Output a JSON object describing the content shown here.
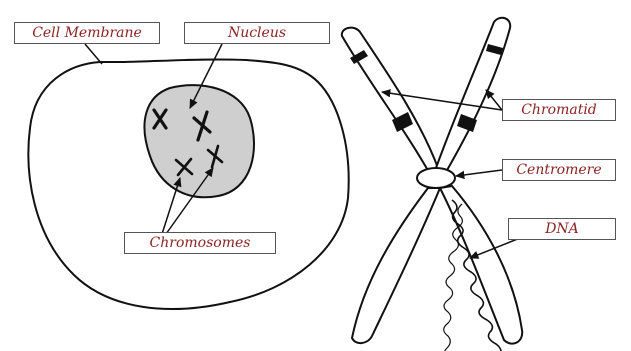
{
  "colors": {
    "label_text": "#8b2323",
    "label_border": "#555555",
    "nucleus_fill": "#cfcfcf",
    "outline": "#111111",
    "band": "#111111"
  },
  "labels": {
    "cell_membrane": "Cell Membrane",
    "nucleus": "Nucleus",
    "chromosomes": "Chromosomes",
    "chromatid": "Chromatid",
    "centromere": "Centromere",
    "dna": "DNA"
  }
}
